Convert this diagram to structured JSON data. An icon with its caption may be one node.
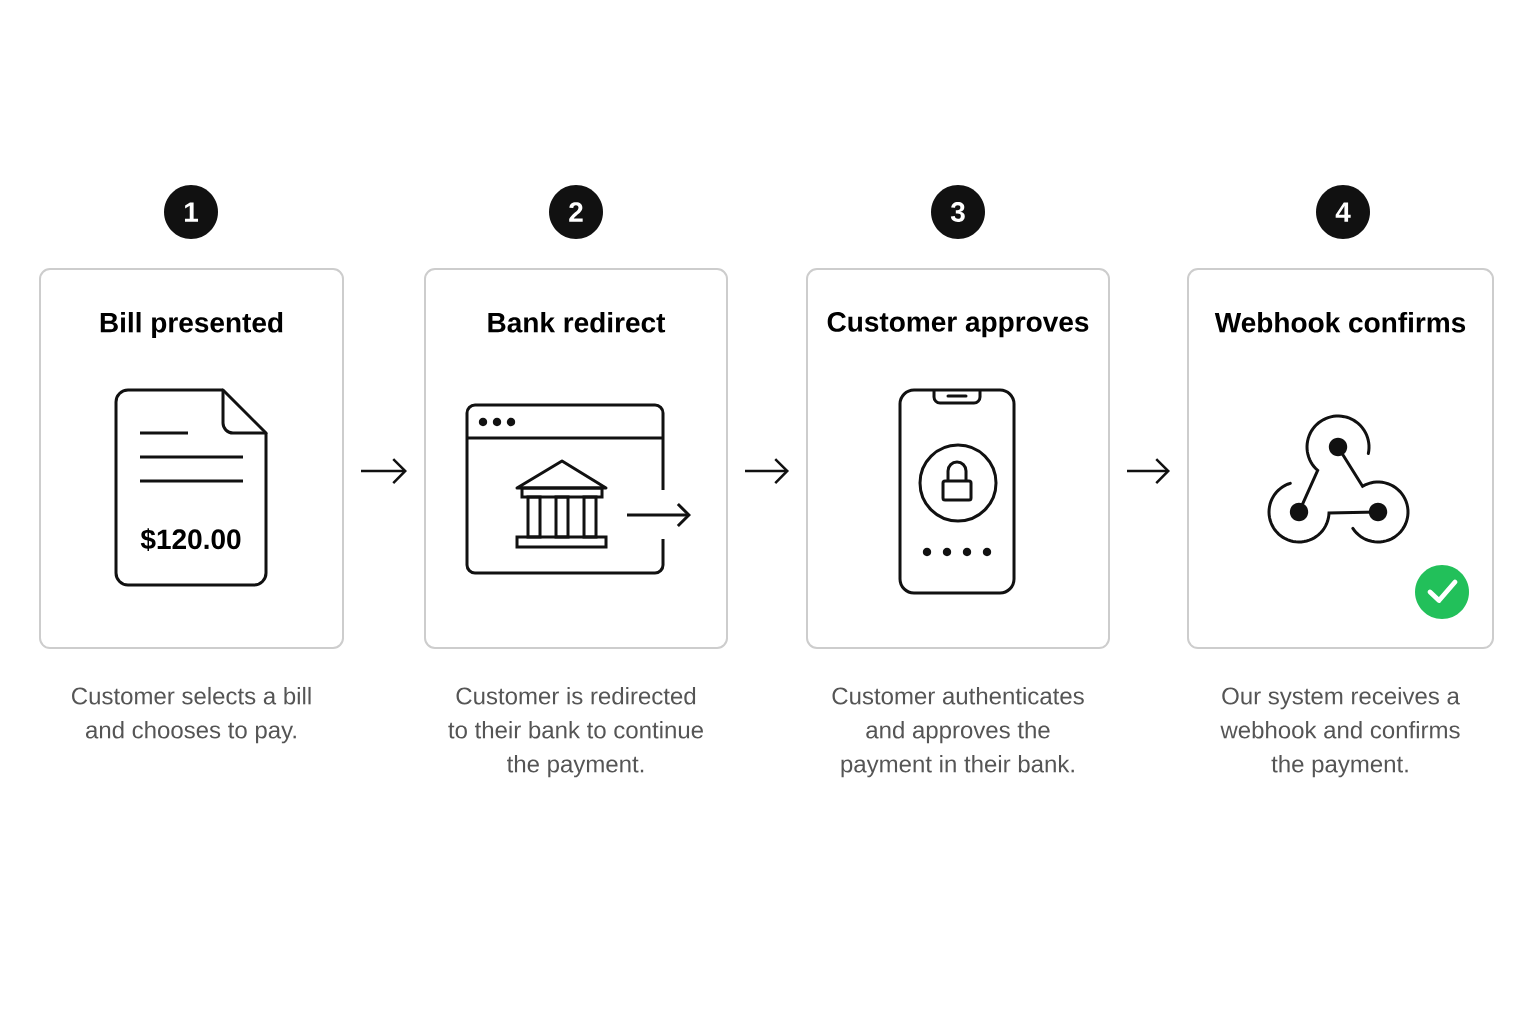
{
  "diagram": {
    "nodes": [
      {
        "text": [
          "1"
        ]
      },
      {
        "text": [
          "2"
        ]
      },
      {
        "text": [
          "3"
        ]
      },
      {
        "text": [
          "4"
        ]
      },
      {
        "text": [
          "Bill presented"
        ],
        "beside": [
          "Customer selects a bill and chooses to pay."
        ]
      },
      {
        "text": [
          "Bank redirect"
        ],
        "beside": [
          "Customer is redirected to their bank to continue the payment."
        ]
      },
      {
        "text": [
          "Customer approves"
        ],
        "beside": [
          "Customer authenticates and approves the payment in their bank."
        ]
      },
      {
        "text": [
          "Webhook confirms"
        ],
        "beside": [
          "Our system receives a webhook and confirms the payment."
        ]
      },
      {
        "text": [
          "$120.00"
        ],
        "in": 4
      }
    ],
    "edges": [
      {
        "from": 4,
        "to": 5,
        "arrow": "to"
      },
      {
        "from": 5,
        "to": 6,
        "arrow": "to"
      },
      {
        "from": 6,
        "to": 7,
        "arrow": "to"
      }
    ]
  }
}
